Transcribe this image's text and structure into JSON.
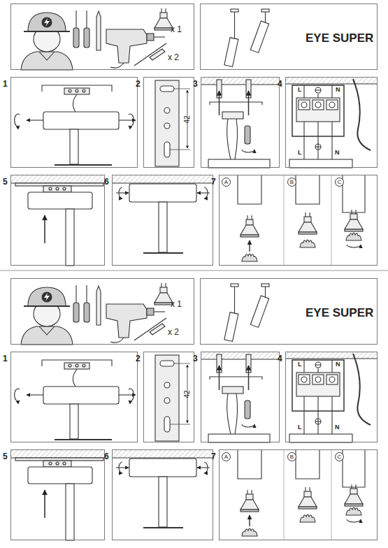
{
  "diagram": {
    "nodes": [
      {
        "text": [
          "x 1",
          "x 2"
        ]
      },
      {
        "text": [
          "EYE SUPER"
        ]
      },
      {
        "text": [
          "1"
        ]
      },
      {
        "text": [
          "2"
        ]
      },
      {
        "text": [
          "3"
        ]
      },
      {
        "text": [
          "4"
        ]
      },
      {
        "text": [
          "5"
        ]
      },
      {
        "text": [
          "6"
        ]
      },
      {
        "text": [
          "7"
        ]
      },
      {
        "text": [
          "A"
        ],
        "in": 8
      },
      {
        "text": [
          "B"
        ],
        "in": 8
      },
      {
        "text": [
          "C"
        ],
        "in": 8
      },
      {
        "text": [
          "x 1",
          "x 2"
        ]
      },
      {
        "text": [
          "EYE SUPER"
        ]
      },
      {
        "text": [
          "1"
        ]
      },
      {
        "text": [
          "2"
        ]
      },
      {
        "text": [
          "3"
        ]
      },
      {
        "text": [
          "4"
        ]
      },
      {
        "text": [
          "5"
        ]
      },
      {
        "text": [
          "6"
        ]
      },
      {
        "text": [
          "7"
        ]
      },
      {
        "text": [
          "A"
        ],
        "in": 20
      },
      {
        "text": [
          "B"
        ],
        "in": 20
      },
      {
        "text": [
          "C"
        ],
        "in": 20
      }
    ],
    "labels": [
      "42",
      "L",
      "N",
      "L",
      "N",
      "42",
      "L",
      "N",
      "L",
      "N"
    ]
  }
}
